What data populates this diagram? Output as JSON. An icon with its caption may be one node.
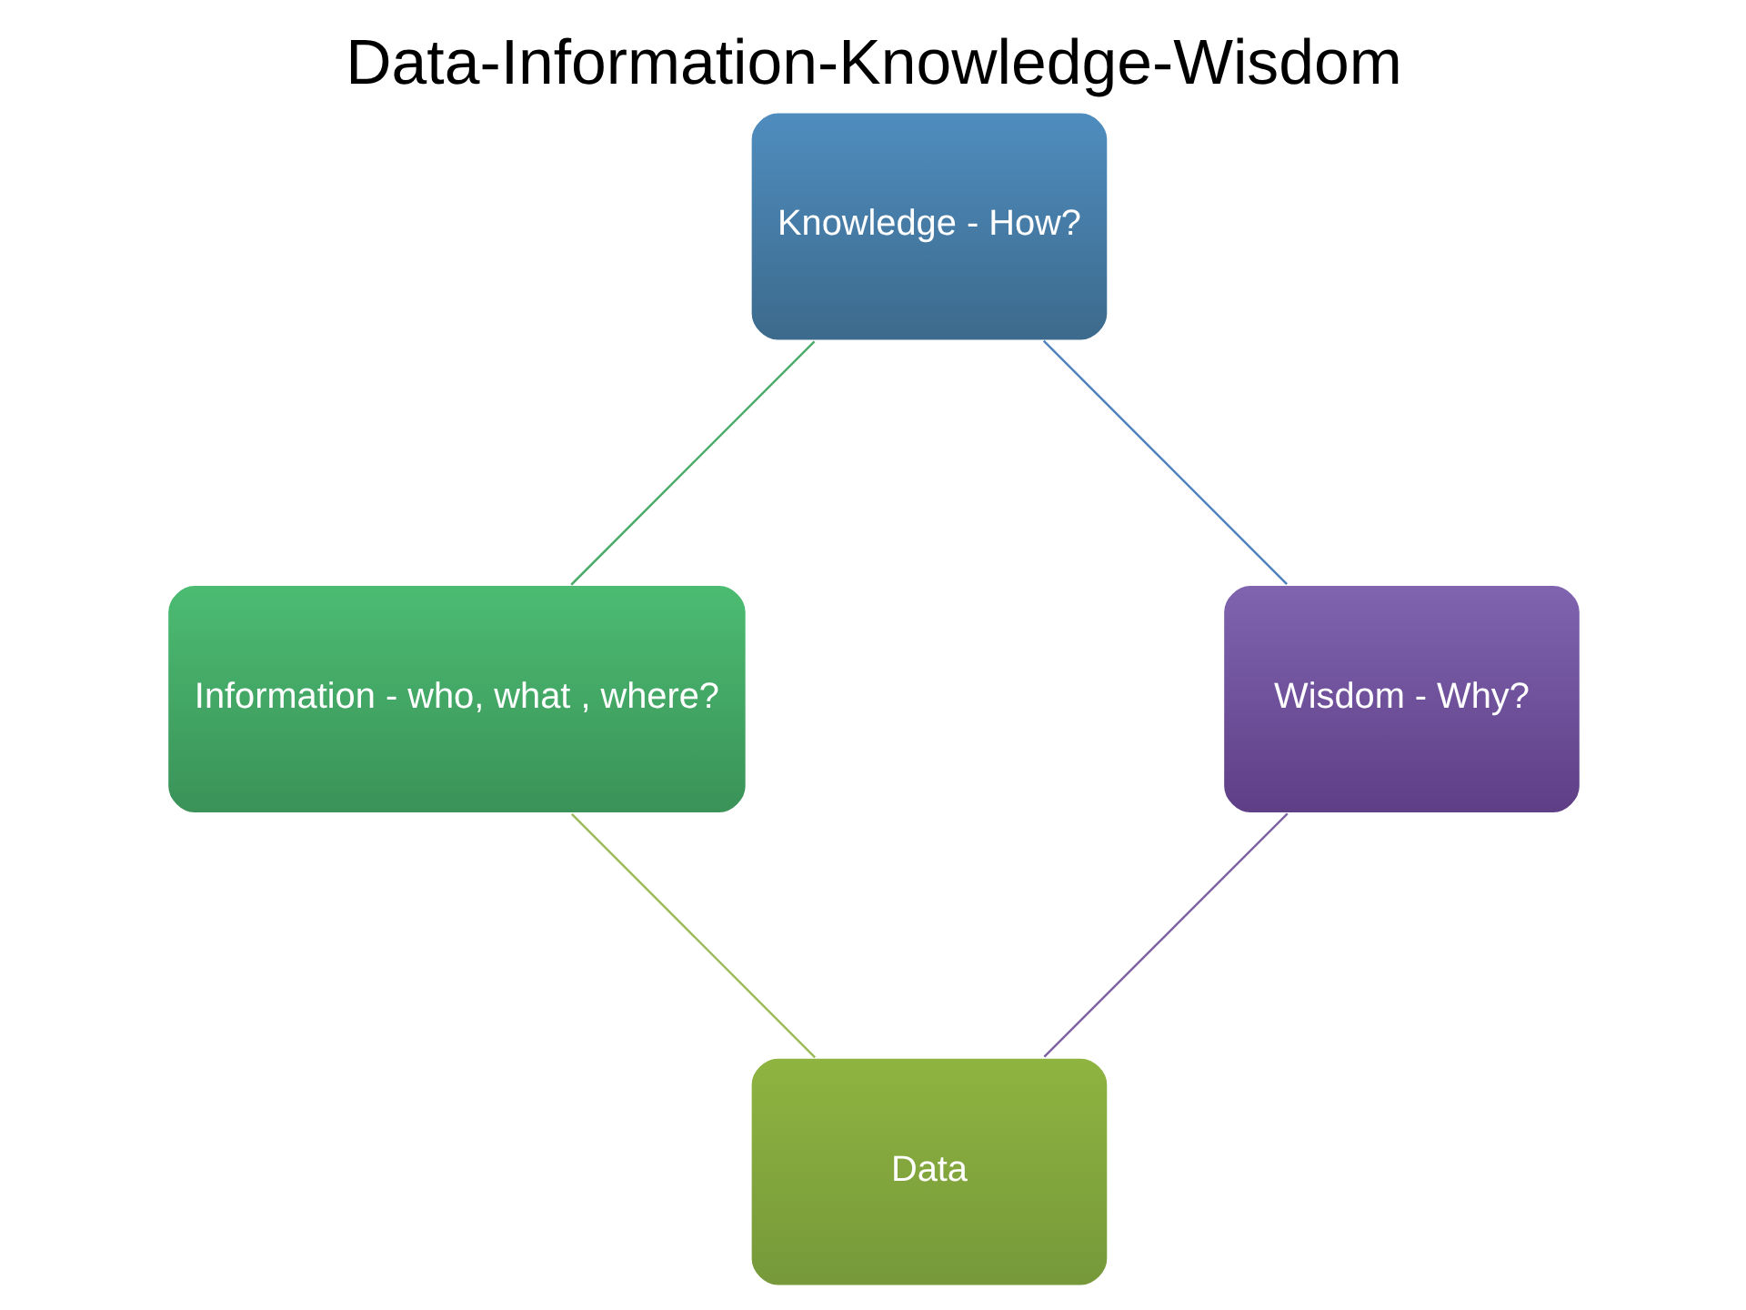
{
  "diagram": {
    "title": "Data-Information-Knowledge-Wisdom",
    "nodes": [
      {
        "text": [
          "Data"
        ]
      },
      {
        "text": [
          "Information - who, what , where?"
        ]
      },
      {
        "text": [
          "Knowledge - How?"
        ]
      },
      {
        "text": [
          "Wisdom - Why?"
        ]
      }
    ],
    "edges": [
      {
        "from": 0,
        "to": 1,
        "arrow": "none",
        "color": "#9bbb59"
      },
      {
        "from": 1,
        "to": 2,
        "arrow": "none",
        "color": "#4bac6a"
      },
      {
        "from": 2,
        "to": 3,
        "arrow": "none",
        "color": "#4f81bd"
      },
      {
        "from": 3,
        "to": 0,
        "arrow": "none",
        "color": "#8064a2"
      }
    ]
  }
}
